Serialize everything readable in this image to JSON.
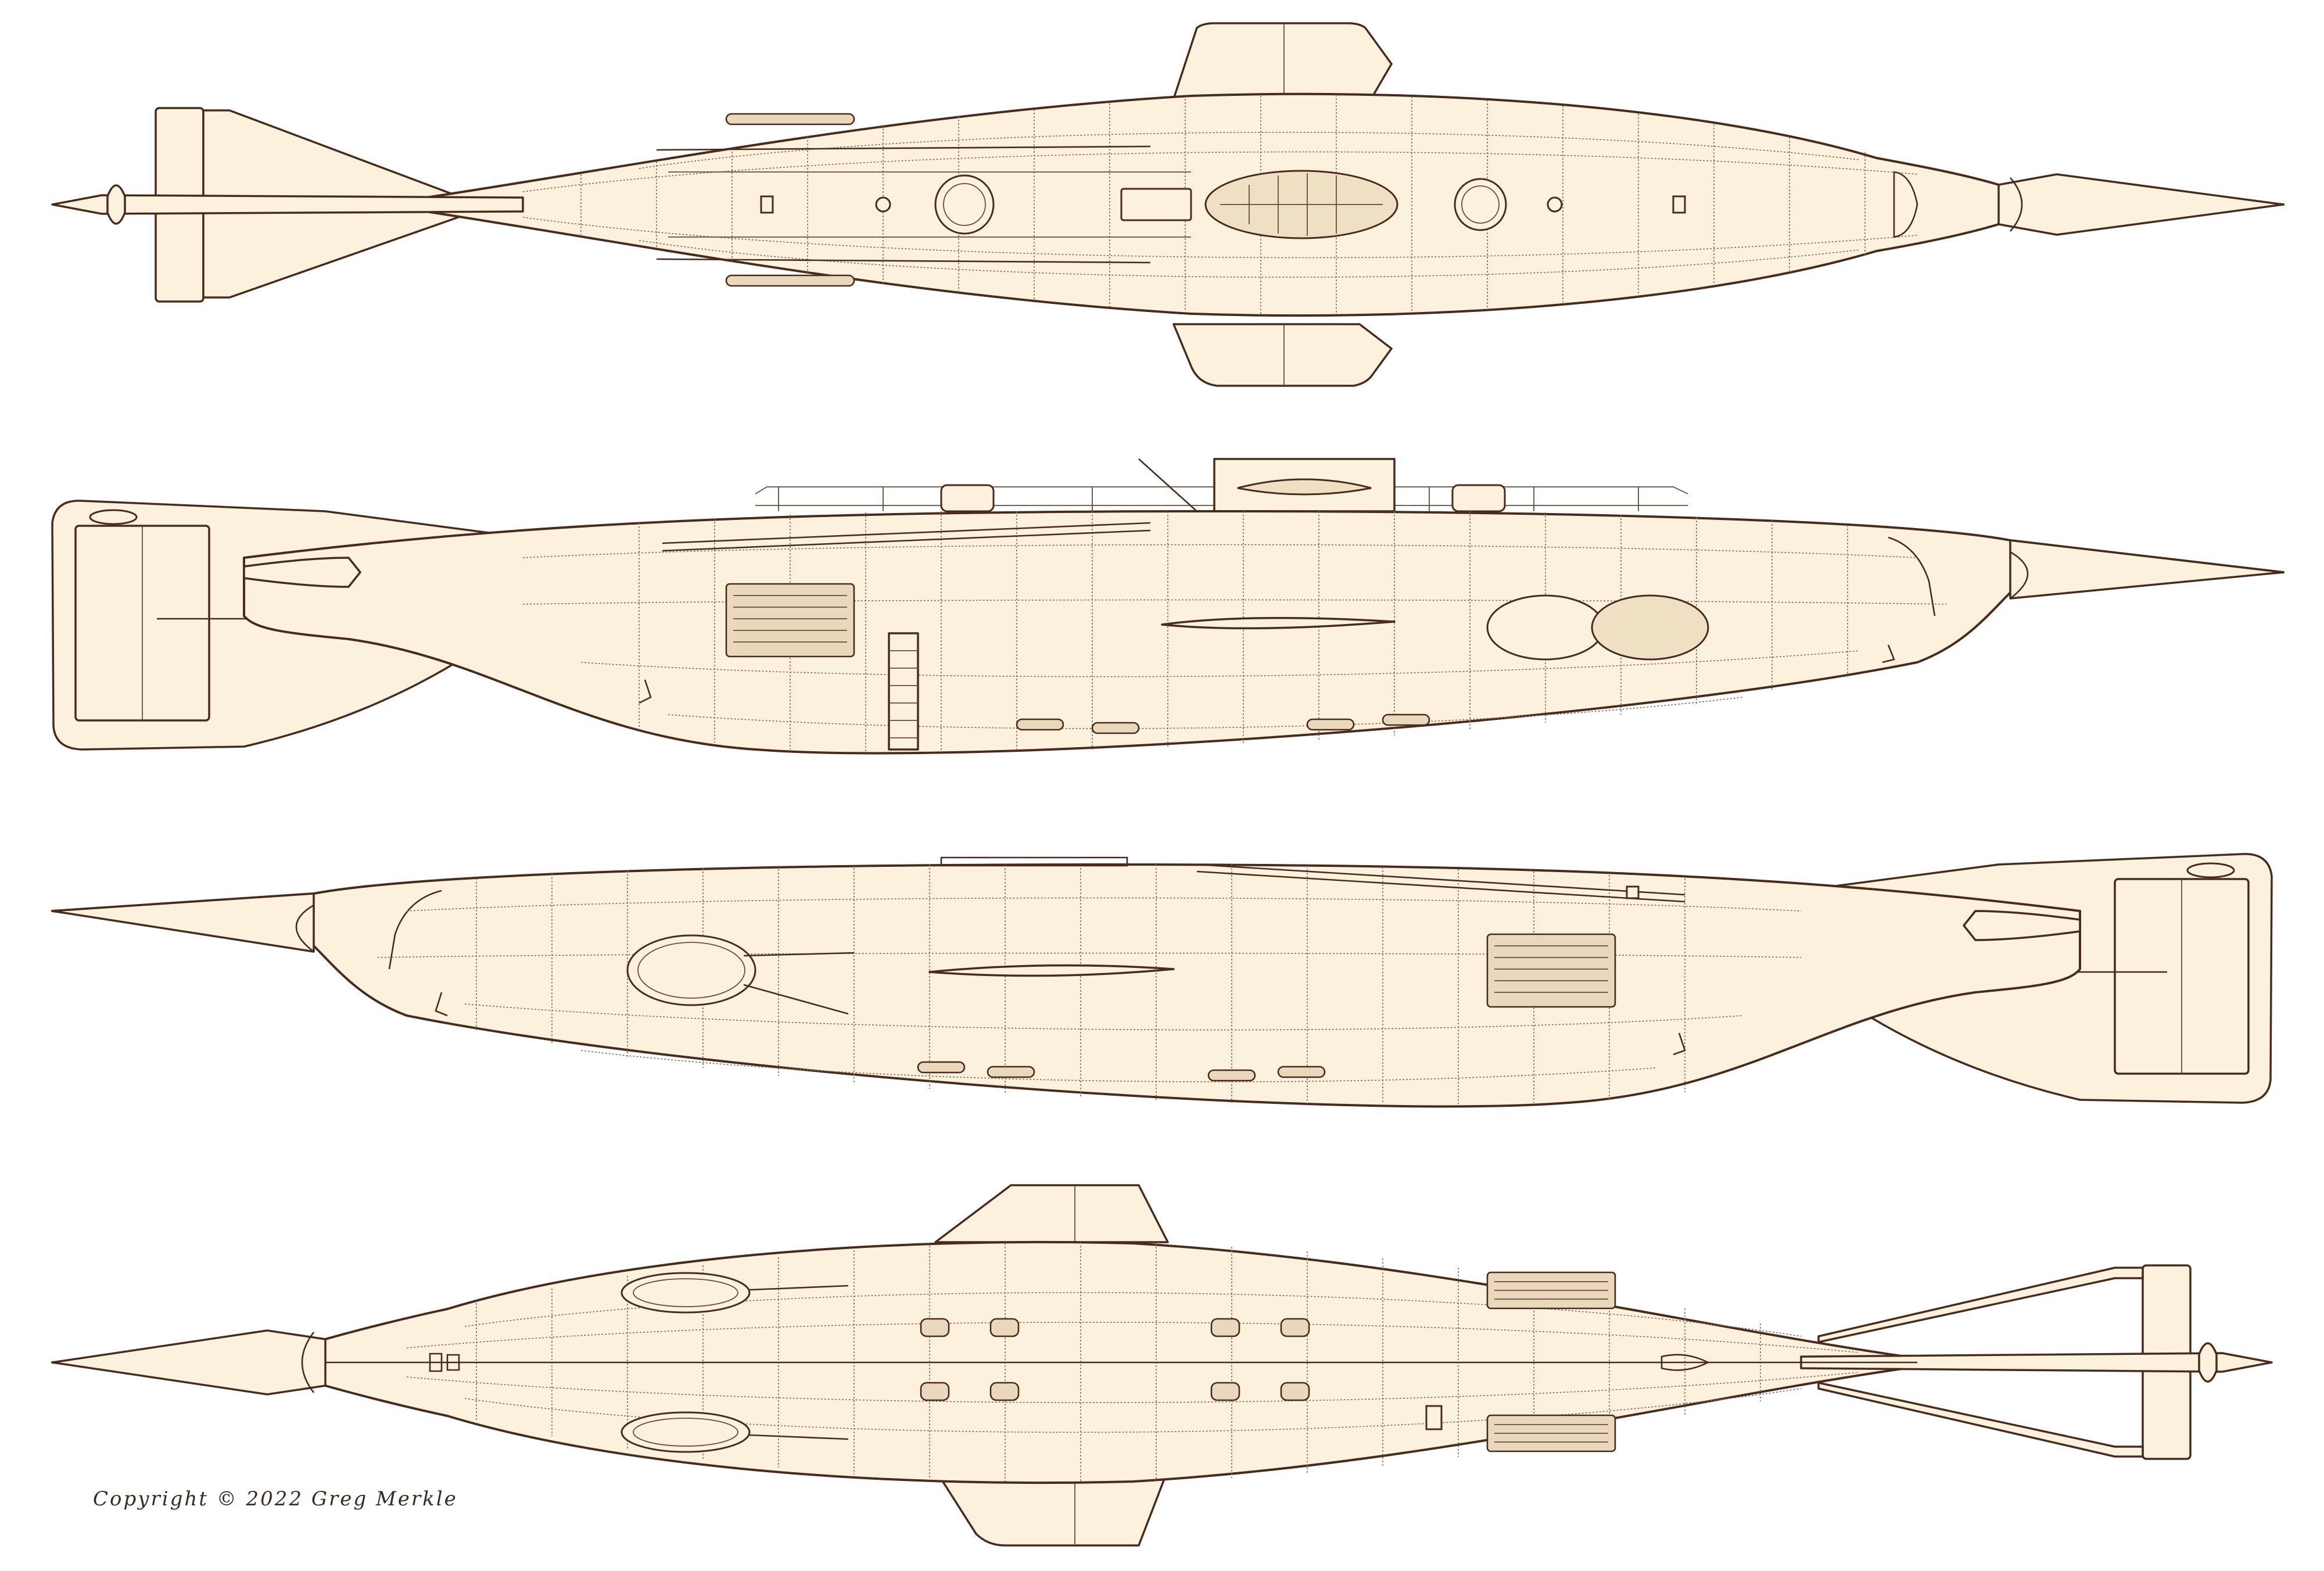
{
  "drawing": {
    "views": [
      {
        "id": "top-view"
      },
      {
        "id": "port-side-view"
      },
      {
        "id": "starboard-side-view"
      },
      {
        "id": "bottom-view"
      }
    ],
    "colors": {
      "hull_fill": "#fbf1dc",
      "ink": "#4a2a1c",
      "seam": "#8a6b58",
      "background": "#ffffff"
    }
  },
  "copyright": "Copyright © 2022 Greg Merkle"
}
